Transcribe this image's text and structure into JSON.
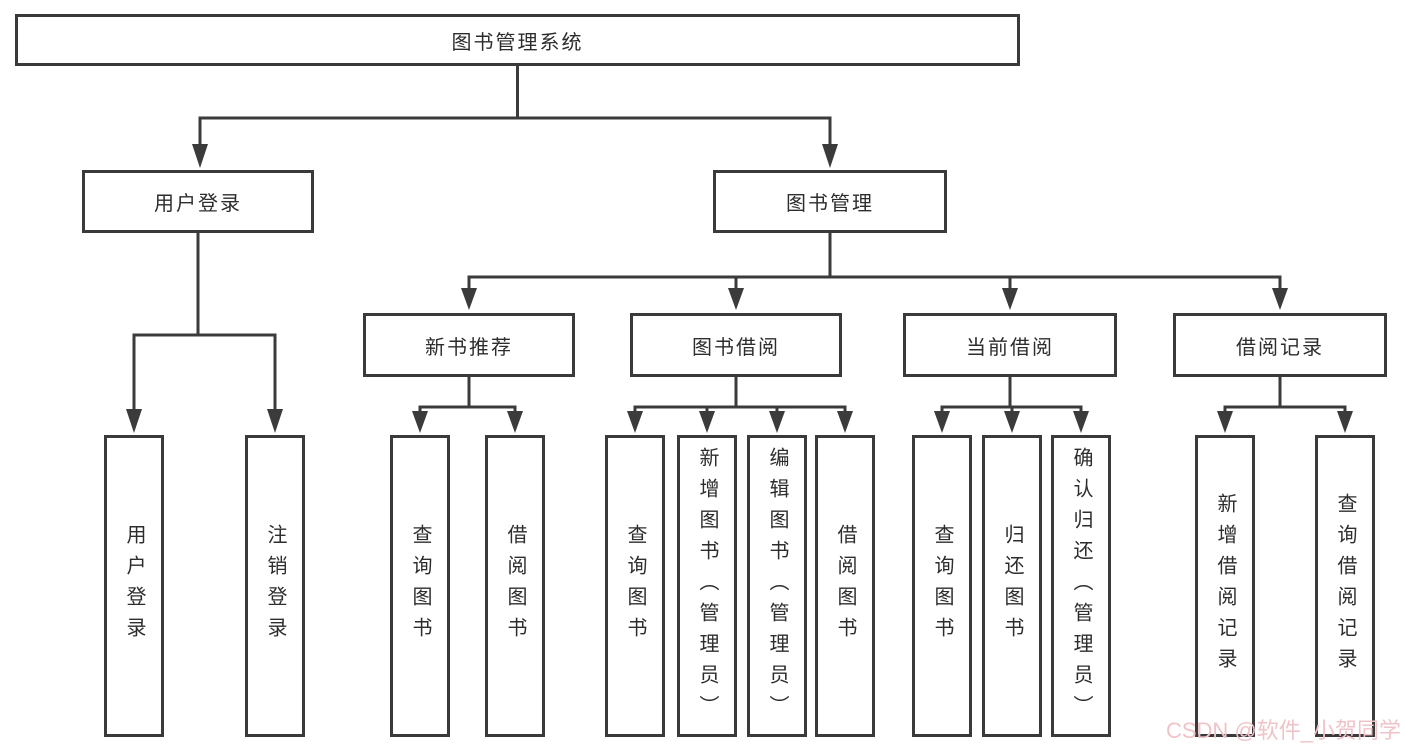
{
  "tree": {
    "label": "图书管理系统",
    "children": [
      {
        "label": "用户登录",
        "children": [
          {
            "label": "用户登录"
          },
          {
            "label": "注销登录"
          }
        ]
      },
      {
        "label": "图书管理",
        "children": [
          {
            "label": "新书推荐",
            "children": [
              {
                "label": "查询图书"
              },
              {
                "label": "借阅图书"
              }
            ]
          },
          {
            "label": "图书借阅",
            "children": [
              {
                "label": "查询图书"
              },
              {
                "label": "新增图书（管理员）"
              },
              {
                "label": "编辑图书（管理员）"
              },
              {
                "label": "借阅图书"
              }
            ]
          },
          {
            "label": "当前借阅",
            "children": [
              {
                "label": "查询图书"
              },
              {
                "label": "归还图书"
              },
              {
                "label": "确认归还（管理员）"
              }
            ]
          },
          {
            "label": "借阅记录",
            "children": [
              {
                "label": "新增借阅记录"
              },
              {
                "label": "查询借阅记录"
              }
            ]
          }
        ]
      }
    ]
  },
  "watermark": {
    "text": "CSDN @软件_小贺同学",
    "color": "#f0c3c8"
  },
  "colors": {
    "line": "#3b3b3b",
    "box_border": "#3a3a3a",
    "text": "#2d2d2d",
    "background": "#ffffff"
  }
}
